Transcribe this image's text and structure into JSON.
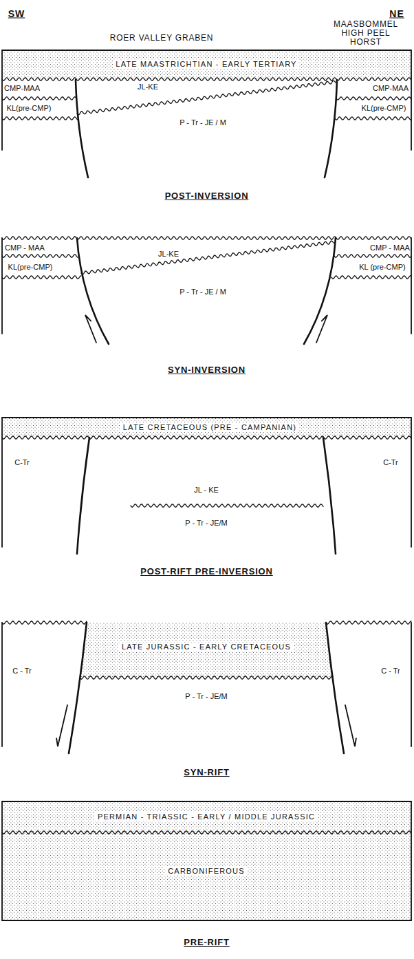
{
  "diagram": {
    "nodes": [
      {
        "text": [
          "POST-INVERSION"
        ]
      },
      {
        "text": [
          "SYN-INVERSION"
        ]
      },
      {
        "text": [
          "POST-RIFT PRE-INVERSION"
        ]
      },
      {
        "text": [
          "SYN-RIFT"
        ]
      },
      {
        "text": [
          "PRE-RIFT"
        ]
      }
    ],
    "labels": [
      "SW",
      "NE",
      "ROER VALLEY GRABEN",
      "MAASBOMMEL HIGH PEEL HORST",
      "LATE MAASTRICHTIAN - EARLY TERTIARY",
      "CMP-MAA",
      "JL-KE",
      "CMP-MAA",
      "KL(pre-CMP)",
      "P - Tr - JE / M",
      "KL(pre-CMP)",
      "CMP - MAA",
      "JL-KE",
      "CMP - MAA",
      "KL(pre-CMP)",
      "P - Tr - JE / M",
      "KL (pre-CMP)",
      "LATE CRETACEOUS (PRE - CAMPANIAN)",
      "C-Tr",
      "JL - KE",
      "C-Tr",
      "P - Tr - JE/M",
      "C - Tr",
      "LATE JURASSIC - EARLY CRETACEOUS",
      "C - Tr",
      "P - Tr - JE/M",
      "PERMIAN - TRIASSIC - EARLY / MIDDLE JURASSIC",
      "CARBONIFEROUS"
    ]
  }
}
